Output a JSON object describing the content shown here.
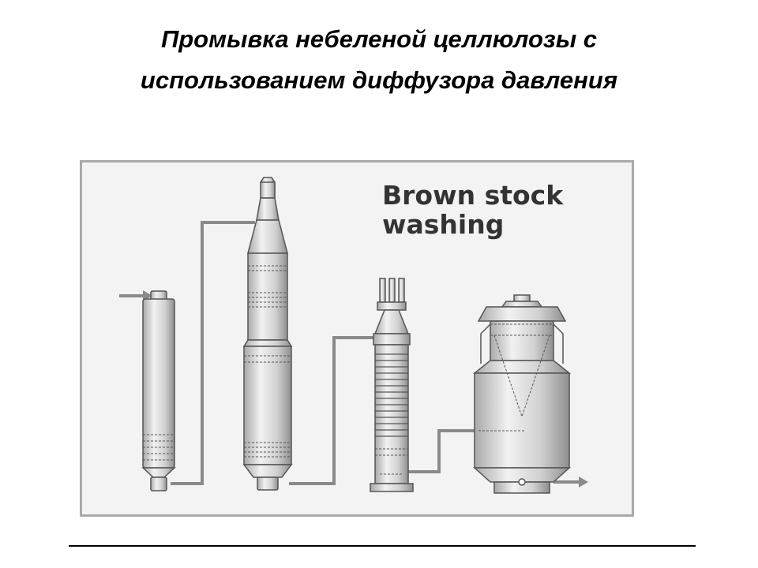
{
  "slide": {
    "title_lines": [
      "Промывка небеленой целлюлозы с",
      "использованием диффузора давления"
    ]
  },
  "diagram": {
    "caption_lines": [
      "Brown stock",
      "washing"
    ],
    "colors": {
      "frame_border": "#a9a9a9",
      "frame_fill": "#f3f3f3",
      "equipment_fill": "#d8d8d8",
      "equipment_stroke": "#555555",
      "pipe": "#8a8a8a",
      "caption": "#333333"
    }
  }
}
